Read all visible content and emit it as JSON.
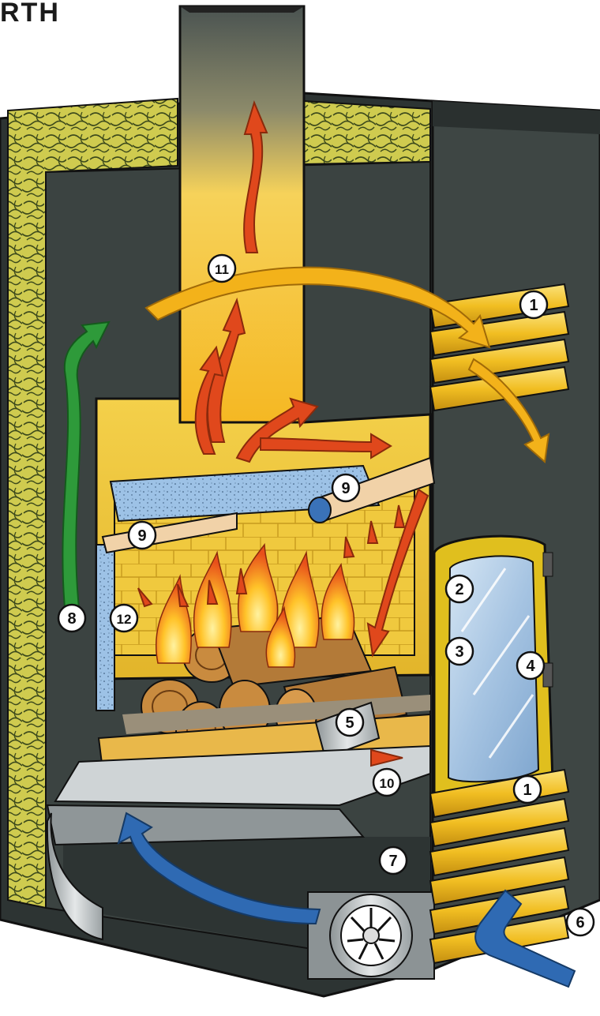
{
  "heading": "RTH",
  "callouts": [
    {
      "id": "c1_top",
      "text": "1"
    },
    {
      "id": "c1_bottom",
      "text": "1"
    },
    {
      "id": "c2",
      "text": "2"
    },
    {
      "id": "c3",
      "text": "3"
    },
    {
      "id": "c4",
      "text": "4"
    },
    {
      "id": "c5",
      "text": "5"
    },
    {
      "id": "c6",
      "text": "6"
    },
    {
      "id": "c7",
      "text": "7"
    },
    {
      "id": "c8",
      "text": "8"
    },
    {
      "id": "c9_left",
      "text": "9"
    },
    {
      "id": "c9_right",
      "text": "9"
    },
    {
      "id": "c10",
      "text": "10"
    },
    {
      "id": "c11",
      "text": "11"
    },
    {
      "id": "c12",
      "text": "12"
    }
  ],
  "colors": {
    "cabinet": "#3a4240",
    "cabinet_dark": "#262c2b",
    "insulation": "#c9c64a",
    "insulation_line": "#3d4a1c",
    "firebox_brick": "#e8c23c",
    "flame": "#f07d1a",
    "flame_core": "#ffd23a",
    "flue_gas_arrow": "#e0481c",
    "hot_air_arrow": "#f3b21a",
    "cold_air_arrow": "#2f6ab3",
    "convection_arrow": "#2e9a3a",
    "glass": "#a9c8e6",
    "door_frame": "#d9b81a",
    "steel": "#bfc4c6",
    "callout_fill": "#ffffff",
    "callout_stroke": "#111111"
  }
}
